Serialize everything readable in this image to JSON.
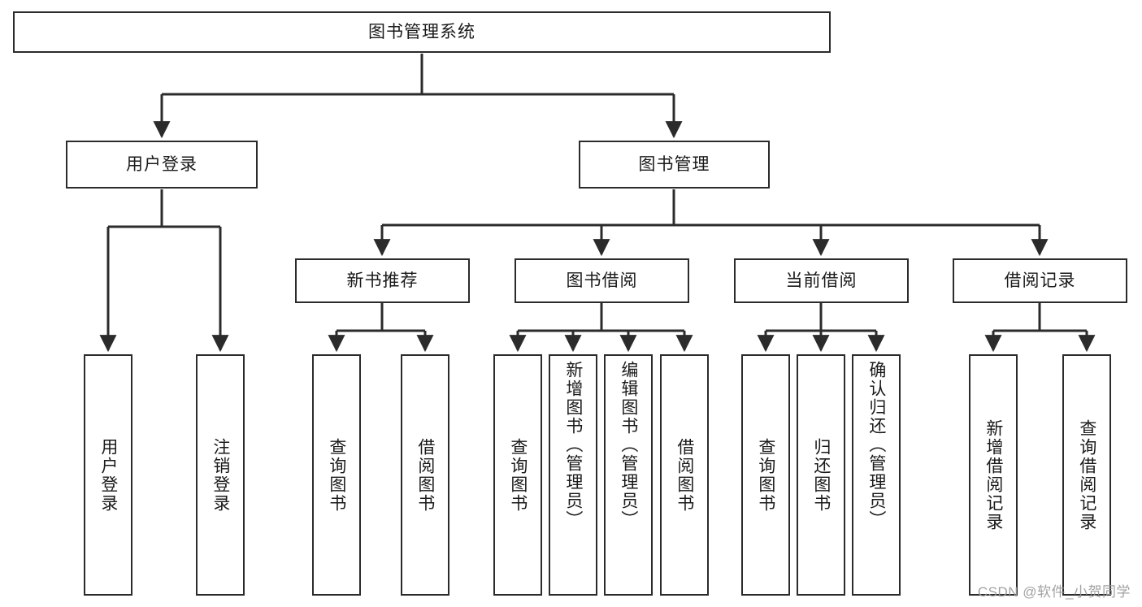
{
  "diagram": {
    "title": "图书管理系统",
    "watermark": "CSDN @软件_小贺同学",
    "line_color": "#2b2b2b",
    "box_fill": "#ffffff",
    "text_color": "#1a1a1a",
    "watermark_color": "#9a9a9a",
    "nodes": {
      "root": "图书管理系统",
      "level2": {
        "user_login": "用户登录",
        "book_manage": "图书管理"
      },
      "level3": {
        "new_book_rec": "新书推荐",
        "book_borrow": "图书借阅",
        "current_borrow": "当前借阅",
        "borrow_record": "借阅记录"
      },
      "leaves": {
        "user_login_do": "用户登录",
        "user_logout": "注销登录",
        "rec_query_book": "查询图书",
        "rec_borrow_book": "借阅图书",
        "borrow_query_book": "查询图书",
        "borrow_add_book": "新增图书（管理员）",
        "borrow_edit_book": "编辑图书（管理员）",
        "borrow_borrow_book": "借阅图书",
        "current_query_book": "查询图书",
        "current_return_book": "归还图书",
        "current_confirm_return": "确认归还（管理员）",
        "record_add": "新增借阅记录",
        "record_query": "查询借阅记录"
      }
    }
  }
}
